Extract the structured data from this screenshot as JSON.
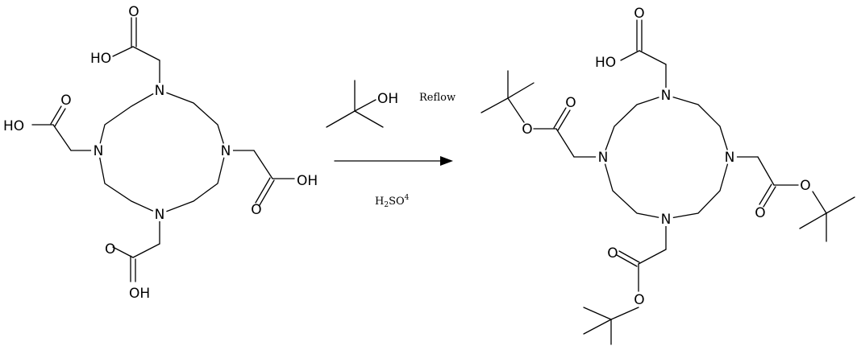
{
  "reactant": {
    "n_top": "N",
    "n_left": "N",
    "n_right": "N",
    "n_bottom": "N",
    "ho_top": "HO",
    "o_top": "O",
    "ho_left": "HO",
    "o_left": "O",
    "oh_right": "OH",
    "o_right": "O",
    "o_bottom": "O",
    "oh_bottom": "OH"
  },
  "reagent": {
    "oh": "OH"
  },
  "conditions": {
    "above": "Reflow",
    "below_main": "H",
    "below_sub": "2",
    "below_main2": "SO",
    "below_sup": "4"
  },
  "product": {
    "n_top": "N",
    "n_left": "N",
    "n_right": "N",
    "n_bottom": "N",
    "ho_top": "HO",
    "o_top": "O",
    "o_left_carbonyl": "O",
    "o_left_ester": "O",
    "o_right_carbonyl": "O",
    "o_right_ester": "O",
    "o_bottom_carbonyl": "O",
    "o_bottom_ester": "O"
  }
}
